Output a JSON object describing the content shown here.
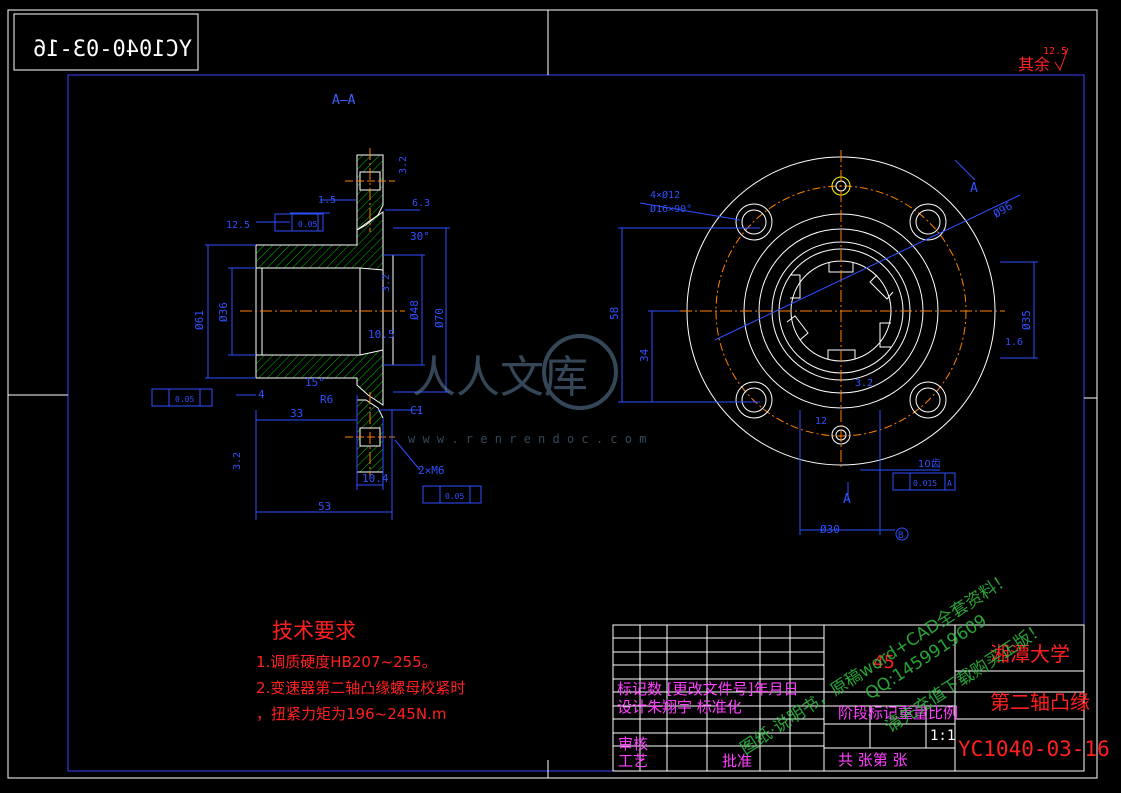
{
  "drawing_code": "YC1040-03-16",
  "drawing_code_mirrored": "YC1040-03-16",
  "other_surfaces": "其余",
  "other_roughness": "12.5",
  "section_label": "A—A",
  "section_marker": "A",
  "dims": {
    "d1_5": "1.5",
    "d6_3": "6.3",
    "d12_5": "12.5",
    "tol_005a": "0.05",
    "tol_005b": "0.05",
    "tol_005c": "0.05",
    "tol_0015": "0.015",
    "datum_a": "A",
    "datum_b": "B",
    "angle30": "30°",
    "angle15": "15°",
    "r6": "R6",
    "d33": "33",
    "d53": "53",
    "d4": "4",
    "d10_4": "10.4",
    "c1": "C1",
    "d10_5": "10.5",
    "twoxm6": "2×M6",
    "d3_2": "3.2",
    "phi36": "Ø36",
    "phi61": "Ø61",
    "phi48": "Ø48",
    "phi70": "Ø70",
    "phi12": "4×Ø12",
    "phi16": "Ø16×90°",
    "phi96": "Ø96",
    "phi35": "Ø35",
    "phi30": "Ø30",
    "d58": "58",
    "d34": "34",
    "d12": "12",
    "d1_6": "1.6",
    "ten_teeth": "10齿",
    "r3_2": "3.2"
  },
  "tech_req": {
    "title": "技术要求",
    "line1": "1.调质硬度HB207~255。",
    "line2": "2.变速器第二轴凸缘螺母校紧时",
    "line3": "，扭紧力矩为196~245N.m"
  },
  "title_block": {
    "material": "45",
    "school": "湘潭大学",
    "part_name": "第二轴凸缘",
    "code": "YC1040-03-16",
    "revision_row": "标记数 [更改文件号]年月日",
    "designer_row": "设计朱翔宇  标准化",
    "stage_row": "阶段标记重量比例",
    "scale": "1:1",
    "review": "审核",
    "process": "工艺",
    "approve": "批准",
    "sheets": "共  张第  张"
  },
  "watermark": {
    "brand": "人人文库",
    "url": "w w w . r e n r e n d o c . c o m",
    "line1": "图纸·说明书，原稿word+CAD全套资料！",
    "line2": "QQ:1459919609",
    "line3": "请先充值下载购买正版！"
  }
}
